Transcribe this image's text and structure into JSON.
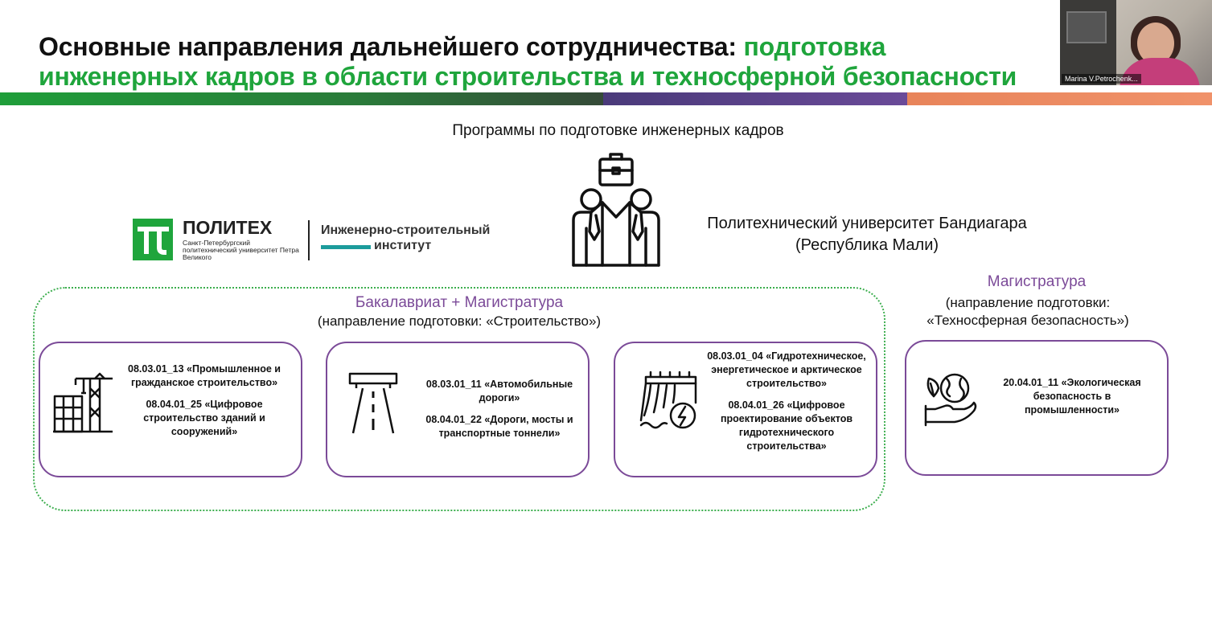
{
  "header": {
    "title_black": "Основные направления дальнейшего сотрудничества: ",
    "title_green_1": "подготовка",
    "title_green_2": "инженерных кадров в области строительства и техносферной безопасности"
  },
  "video": {
    "participant_name": "Marina V.Petrochenk..."
  },
  "colors": {
    "accent_green": "#1fa53c",
    "accent_purple": "#7b4a98",
    "strip": [
      "#1f9e3a",
      "#354a38",
      "#5c3d88",
      "#e8845a"
    ]
  },
  "subtitle": "Программы по подготовке инженерных кадров",
  "logo": {
    "brand": "ПОЛИТЕХ",
    "brand_sub": "Санкт-Петербургский политехнический университет Петра Великого",
    "institute_line1": "Инженерно-строительный",
    "institute_line2": "институт"
  },
  "partner": {
    "line1": "Политехнический университет Бандиагара",
    "line2": "(Республика Мали)"
  },
  "bachelor_master": {
    "title": "Бакалавриат + Магистратура",
    "subtitle": "(направление подготовки: «Строительство»)",
    "cards": [
      {
        "icon": "construction-crane-icon",
        "p1": "08.03.01_13 «Промышленное и гражданское строительство»",
        "p2": "08.04.01_25 «Цифровое строительство зданий и сооружений»"
      },
      {
        "icon": "road-icon",
        "p1": "08.03.01_11 «Автомобильные дороги»",
        "p2": "08.04.01_22 «Дороги, мосты и транспортные тоннели»"
      },
      {
        "icon": "hydro-dam-icon",
        "p1": "08.03.01_04 «Гидротехническое, энергетическое и арктическое строительство»",
        "p2": "08.04.01_26 «Цифровое проектирование объектов гидротехнического строительства»"
      }
    ]
  },
  "master": {
    "title": "Магистратура",
    "subtitle_1": "(направление подготовки:",
    "subtitle_2": "«Техносферная безопасность»)",
    "card": {
      "icon": "eco-globe-hand-icon",
      "p1": "20.04.01_11 «Экологическая безопасность в промышленности»"
    }
  }
}
